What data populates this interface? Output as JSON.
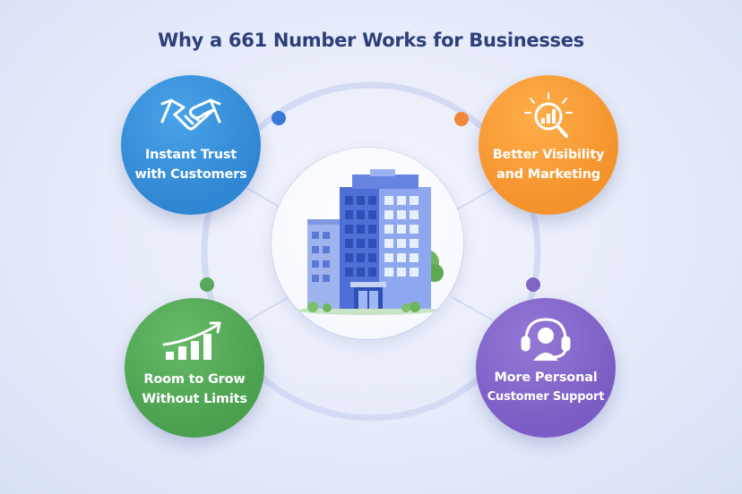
{
  "title": "Why a 661 Number Works for Businesses",
  "colors": {
    "title": "#2d3f7a",
    "ring": "#d3dbf4",
    "trust": "#2f86d2",
    "visibility": "#f4922c",
    "grow": "#4aa04e",
    "support": "#7a5cc4",
    "dot_blue": "#3a78d8",
    "dot_orange": "#f0883a",
    "dot_green": "#58a85a",
    "dot_purple": "#7f64c6"
  },
  "features": {
    "trust": {
      "line1": "Instant Trust",
      "line2": "with Customers",
      "icon": "handshake-icon"
    },
    "visibility": {
      "line1": "Better Visibility",
      "line2": "and Marketing",
      "icon": "magnifier-chart-icon"
    },
    "grow": {
      "line1": "Room to Grow",
      "line2": "Without Limits",
      "icon": "growth-chart-icon"
    },
    "support": {
      "line1": "More Personal",
      "line2": "Customer Support",
      "icon": "headset-agent-icon"
    }
  },
  "center": {
    "icon": "office-building-icon"
  }
}
